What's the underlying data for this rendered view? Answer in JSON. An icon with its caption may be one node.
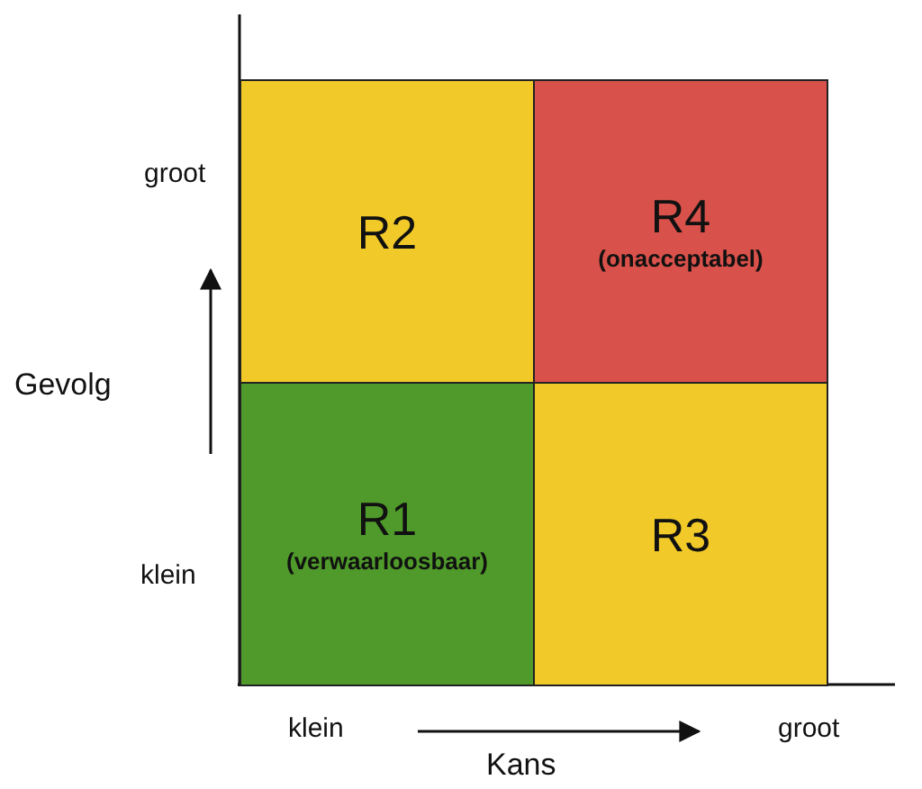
{
  "diagram": {
    "nodes": [
      {
        "text": [
          "R2"
        ]
      },
      {
        "text": [
          "R4",
          "(onacceptabel)"
        ]
      },
      {
        "text": [
          "R1",
          "(verwaarloosbaar)"
        ]
      },
      {
        "text": [
          "R3"
        ]
      }
    ],
    "labels": [
      "groot",
      "Gevolg",
      "klein",
      "klein",
      "Kans",
      "groot"
    ]
  }
}
